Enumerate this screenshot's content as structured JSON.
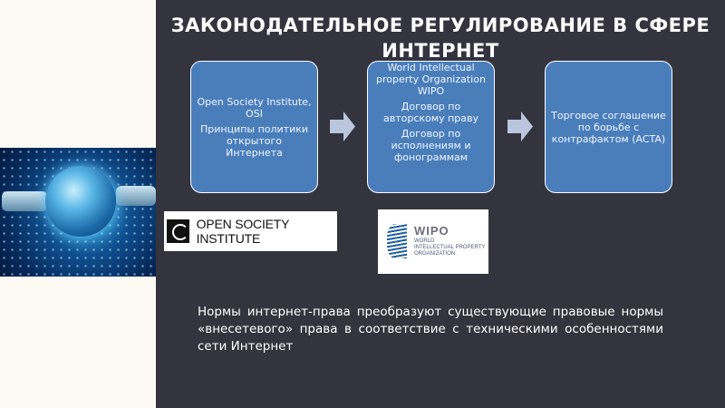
{
  "slide": {
    "title": "ЗАКОНОДАТЕЛЬНОЕ РЕГУЛИРОВАНИЕ В СФЕРЕ ИНТЕРНЕТ",
    "boxes": [
      {
        "lines": [
          "Open Society Institute, OSI",
          "Принципы политики открытого Интернета"
        ]
      },
      {
        "lines": [
          "World Intellectual property Organization WIPO",
          "Договор по авторскому праву",
          "Договор по исполнениям и фонограммам"
        ]
      },
      {
        "lines": [
          "Торговое соглашение по борьбе с контрафактом (ACTA)"
        ]
      }
    ],
    "arrows": [
      "arrow-right-icon",
      "arrow-right-icon"
    ],
    "logos": {
      "osi": {
        "text": "OPEN SOCIETY INSTITUTE"
      },
      "wipo": {
        "name": "WIPO",
        "subtitle_lines": [
          "WORLD",
          "INTELLECTUAL PROPERTY",
          "ORGANIZATION"
        ]
      }
    },
    "body_text": "Нормы интернет-права преобразуют существующие правовые нормы «внесетевого» права в соответствие с техническими особенностями сети Интернет",
    "colors": {
      "main_bg": "#34343f",
      "left_bg": "#fdfaf3",
      "box_fill": "#4a7ebb",
      "arrow_fill": "#b9c6dd"
    }
  }
}
